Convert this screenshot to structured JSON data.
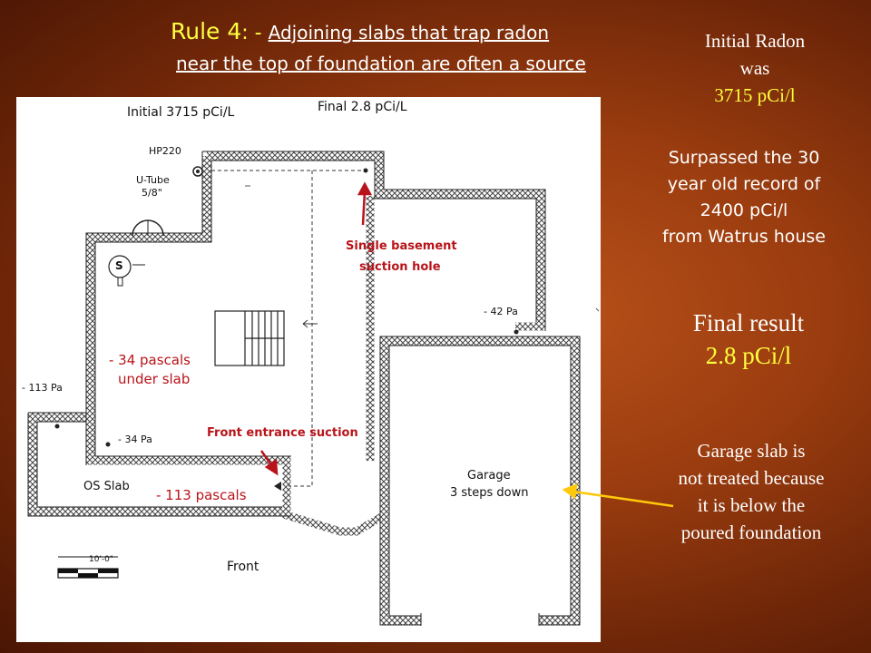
{
  "header": {
    "rule_label": "Rule 4",
    "rule_colon": ":  - ",
    "title_line1": "Adjoining slabs that trap radon",
    "title_line2": "near the top of foundation are often a source"
  },
  "right_panel": {
    "initial_line1": "Initial Radon",
    "initial_line2": "was",
    "initial_value": "3715 pCi/l",
    "record_line1": "Surpassed the 30",
    "record_line2": "year old record of",
    "record_line3": "2400 pCi/l",
    "record_line4": "from Watrus house",
    "final_label": "Final result",
    "final_value": "2.8 pCi/l",
    "garage_line1": "Garage slab is",
    "garage_line2": "not treated because",
    "garage_line3": "it is below the",
    "garage_line4": "poured foundation"
  },
  "plan": {
    "initial": "Initial 3715 pCi/L",
    "final": "Final 2.8 pCi/L",
    "hp220": "HP220",
    "utube1": "U-Tube",
    "utube2": "5/8\"",
    "s_symbol": "S",
    "pa_42": "- 42 Pa",
    "pa_113": "- 113 Pa",
    "pa_34": "- 34 Pa",
    "os_slab": "OS Slab",
    "garage1": "Garage",
    "garage2": "3 steps down",
    "front": "Front",
    "scale": "10'-0\"",
    "suction1": "Single basement",
    "suction2": "suction hole",
    "front_suction": "Front entrance suction",
    "pascals34_1": "- 34 pascals",
    "pascals34_2": "under slab",
    "pascals113": "- 113 pascals"
  },
  "colors": {
    "arrow_red": "#b8141a",
    "arrow_yellow": "#ffc80a",
    "highlight_yellow": "#ffff3c"
  }
}
